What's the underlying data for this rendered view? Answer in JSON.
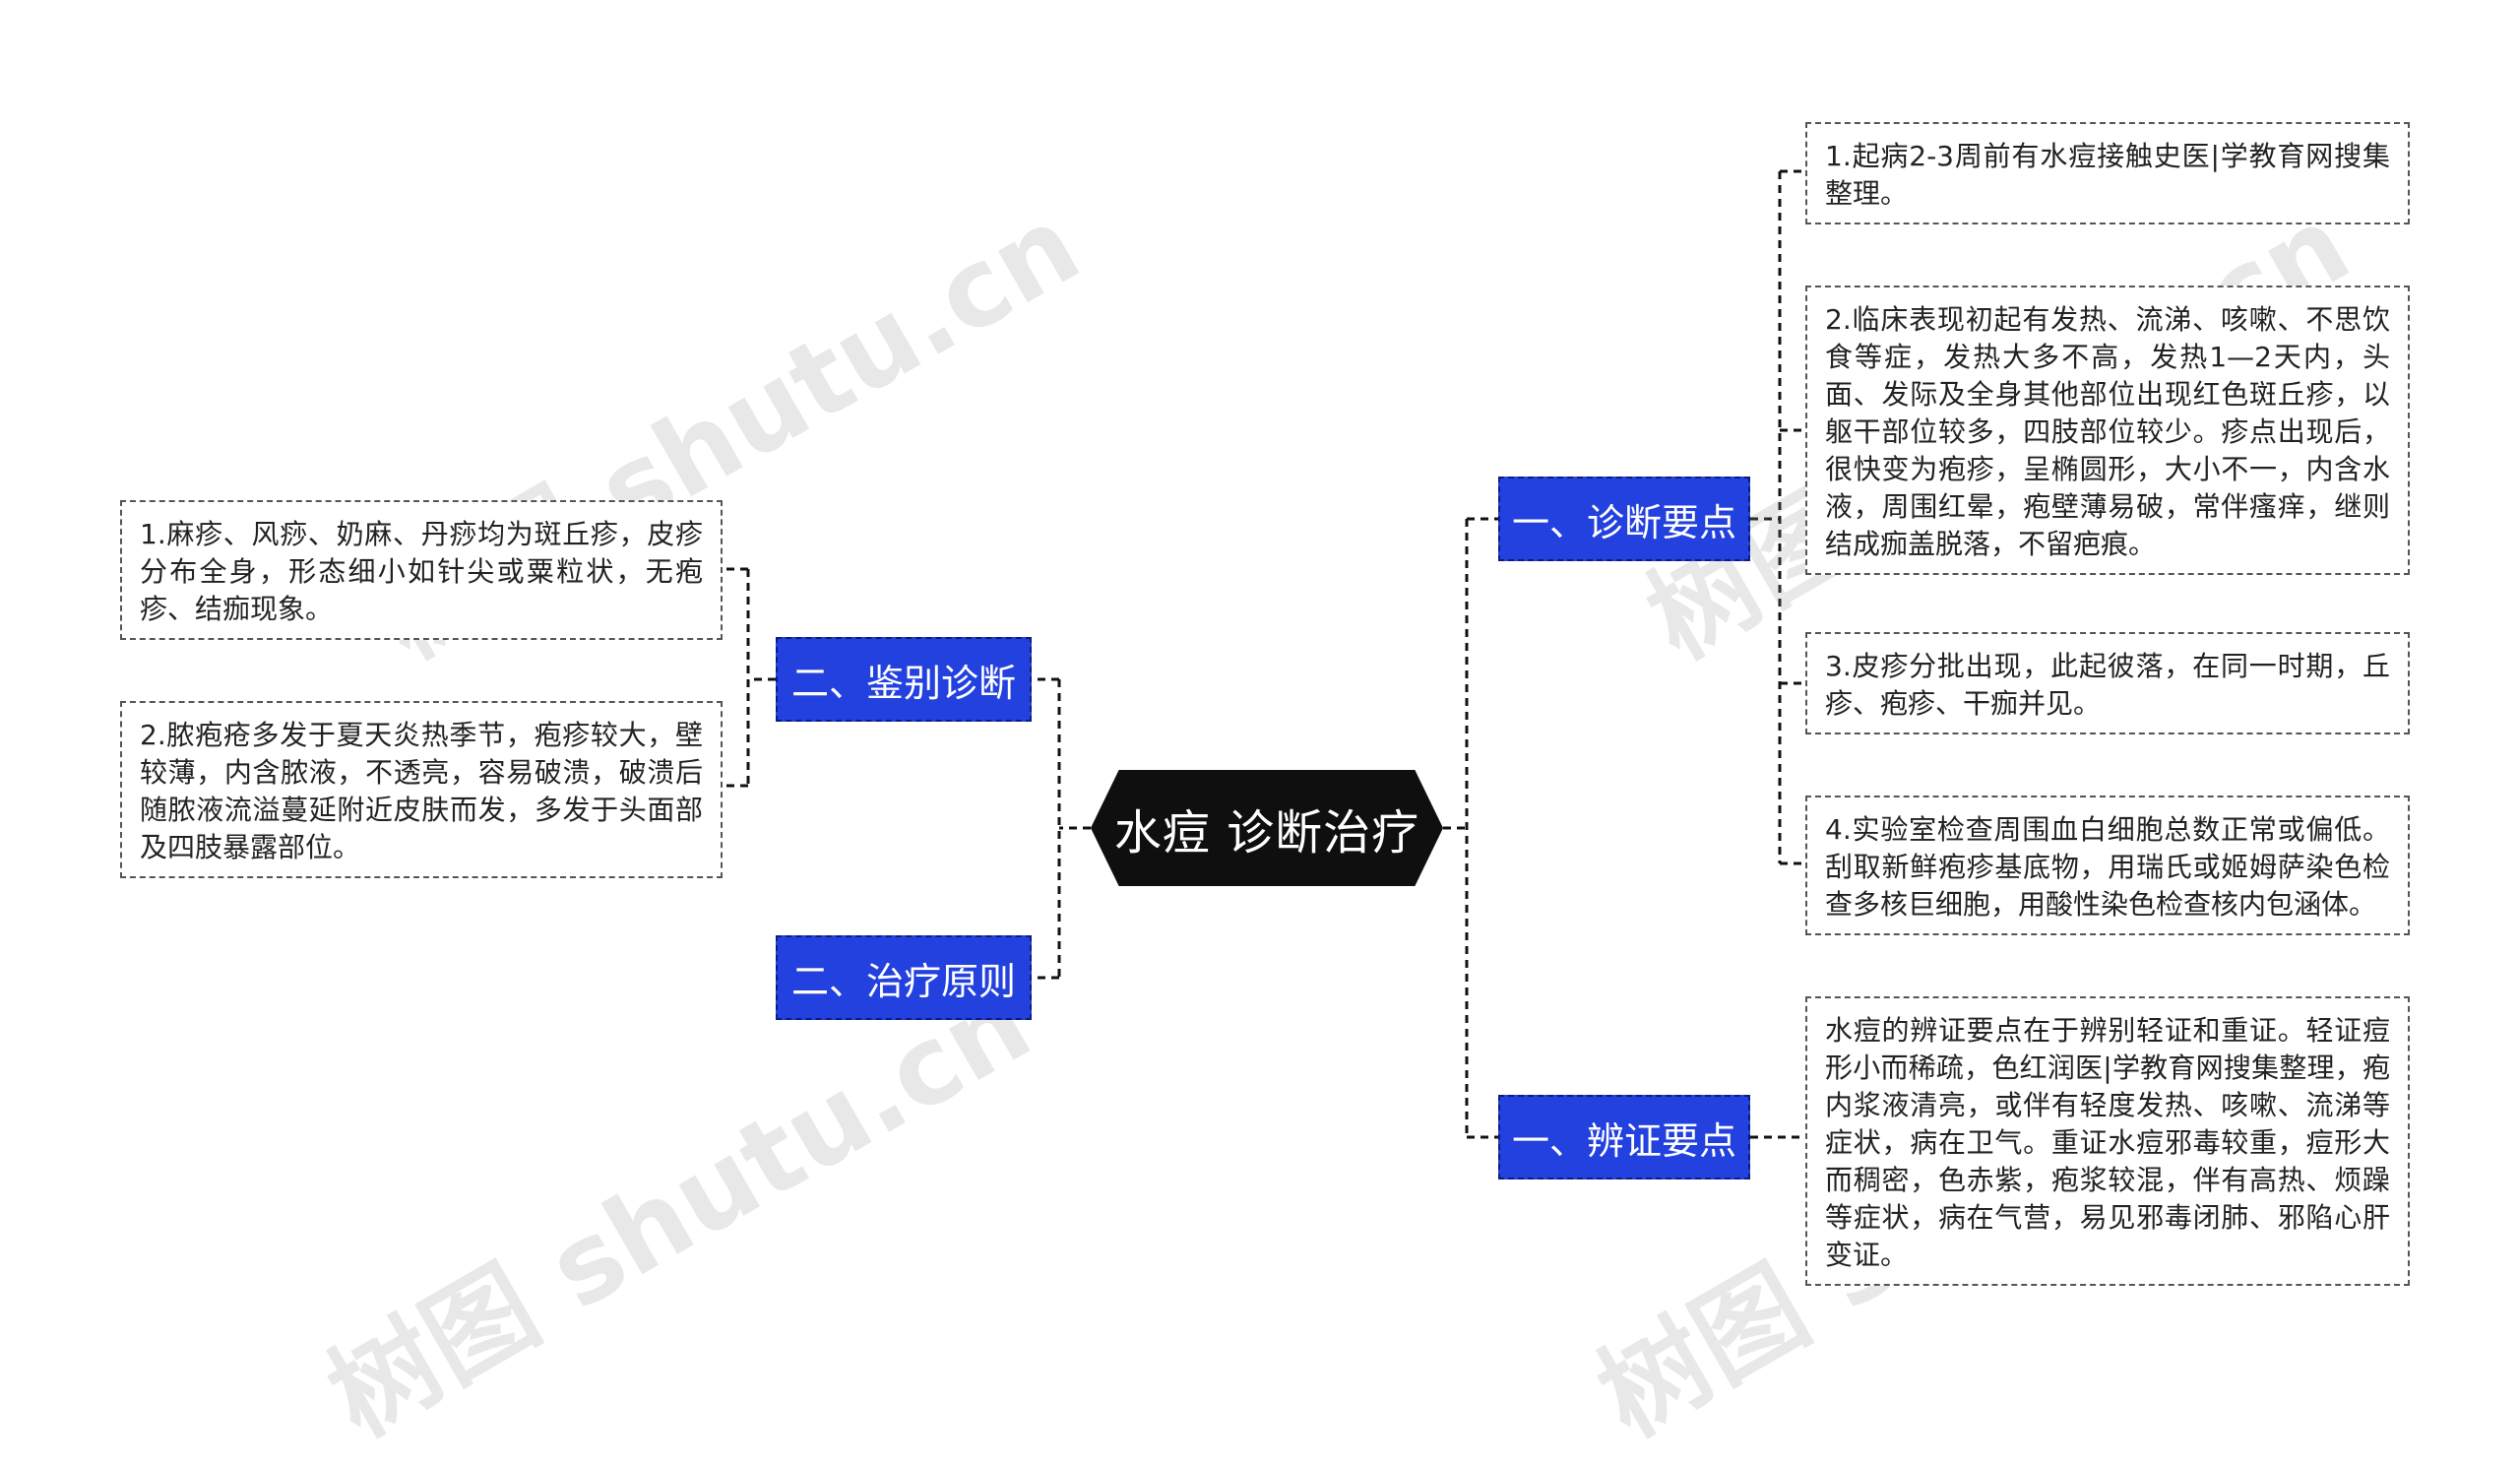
{
  "root": {
    "title": "水痘 诊断治疗"
  },
  "left": {
    "diff_title": "二、鉴别诊断",
    "treat_title": "二、治疗原则",
    "diff_items": [
      "1.麻疹、风痧、奶麻、丹痧均为斑丘疹，皮疹分布全身，形态细小如针尖或粟粒状，无疱疹、结痂现象。",
      "2.脓疱疮多发于夏天炎热季节，疱疹较大，壁较薄，内含脓液，不透亮，容易破溃，破溃后随脓液流溢蔓延附近皮肤而发，多发于头面部及四肢暴露部位。"
    ]
  },
  "right": {
    "diag_title": "一、诊断要点",
    "syndrome_title": "一、辨证要点",
    "diag_items": [
      "1.起病2-3周前有水痘接触史医|学教育网搜集整理。",
      "2.临床表现初起有发热、流涕、咳嗽、不思饮食等症，发热大多不高，发热1—2天内，头面、发际及全身其他部位出现红色斑丘疹，以躯干部位较多，四肢部位较少。疹点出现后，很快变为疱疹，呈椭圆形，大小不一，内含水液，周围红晕，疱壁薄易破，常伴瘙痒，继则结成痂盖脱落，不留疤痕。",
      "3.皮疹分批出现，此起彼落，在同一时期，丘疹、疱疹、干痂并见。",
      "4.实验室检查周围血白细胞总数正常或偏低。刮取新鲜疱疹基底物，用瑞氏或姬姆萨染色检查多核巨细胞，用酸性染色检查核内包涵体。"
    ],
    "syndrome_text": "水痘的辨证要点在于辨别轻证和重证。轻证痘形小而稀疏，色红润医|学教育网搜集整理，疱内浆液清亮，或伴有轻度发热、咳嗽、流涕等症状，病在卫气。重证水痘邪毒较重，痘形大而稠密，色赤紫，疱浆较混，伴有高热、烦躁等症状，病在气营，易见邪毒闭肺、邪陷心肝变证。"
  },
  "watermarks": [
    "树图 shutu.cn",
    "树图 shutu.cn",
    "树图 shutu.cn",
    "树图 shutu.cn"
  ]
}
